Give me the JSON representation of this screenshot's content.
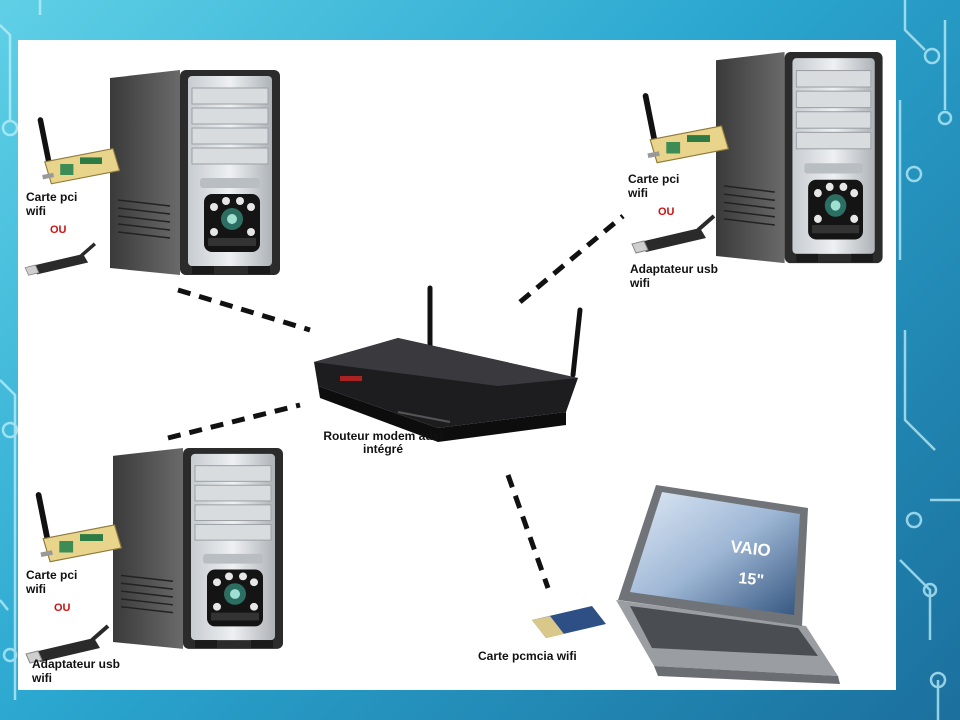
{
  "diagram": {
    "router": {
      "label_line1": "Routeur modem adsl",
      "label_line2": "intégré"
    },
    "laptop": {
      "brand": "VAIO",
      "screen_size": "15\"",
      "card_label": "Carte pcmcia wifi"
    },
    "pc_top_left": {
      "pci_label": "Carte pci\nwifi",
      "or_label": "OU"
    },
    "pc_top_right": {
      "pci_label": "Carte pci\nwifi",
      "or_label": "OU",
      "usb_label": "Adaptateur usb\nwifi"
    },
    "pc_bottom_left": {
      "pci_label": "Carte pci\nwifi",
      "or_label": "OU",
      "usb_label": "Adaptateur usb\nwifi"
    }
  },
  "colors": {
    "background_top": "#5fd0e6",
    "background_bottom": "#1b6f9d",
    "or_label": "#cc1111",
    "link_dashes": "#111111",
    "pci_card": "#e8d48a"
  }
}
